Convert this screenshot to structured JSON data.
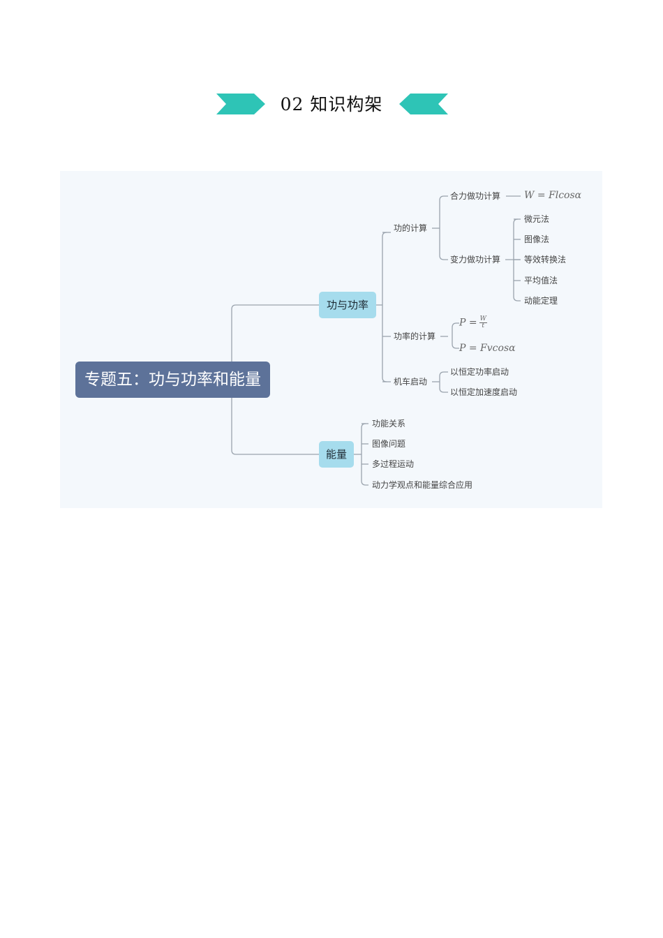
{
  "header": {
    "title": "02 知识构架",
    "accent": "#2ec4b6"
  },
  "mindmap": {
    "root": "专题五：功与功率和能量",
    "branches": {
      "power": {
        "label": "功与功率",
        "work_calc": {
          "label": "功的计算",
          "resultant": {
            "label": "合力做功计算",
            "formula": "W = Flcosα"
          },
          "variable": {
            "label": "变力做功计算",
            "methods": [
              "微元法",
              "图像法",
              "等效转换法",
              "平均值法",
              "动能定理"
            ]
          }
        },
        "power_calc": {
          "label": "功率的计算",
          "formula1": {
            "lhs": "P =",
            "num": "W",
            "den": "t"
          },
          "formula2": "P = Fvcosα"
        },
        "engine_start": {
          "label": "机车启动",
          "modes": [
            "以恒定功率启动",
            "以恒定加速度启动"
          ]
        }
      },
      "energy": {
        "label": "能量",
        "items": [
          "功能关系",
          "图像问题",
          "多过程运动",
          "动力学观点和能量综合应用"
        ]
      }
    },
    "colors": {
      "root": "#5d7299",
      "branch": "#a6dced",
      "line": "#9aa3ad",
      "background": "#f4f8fc"
    }
  }
}
